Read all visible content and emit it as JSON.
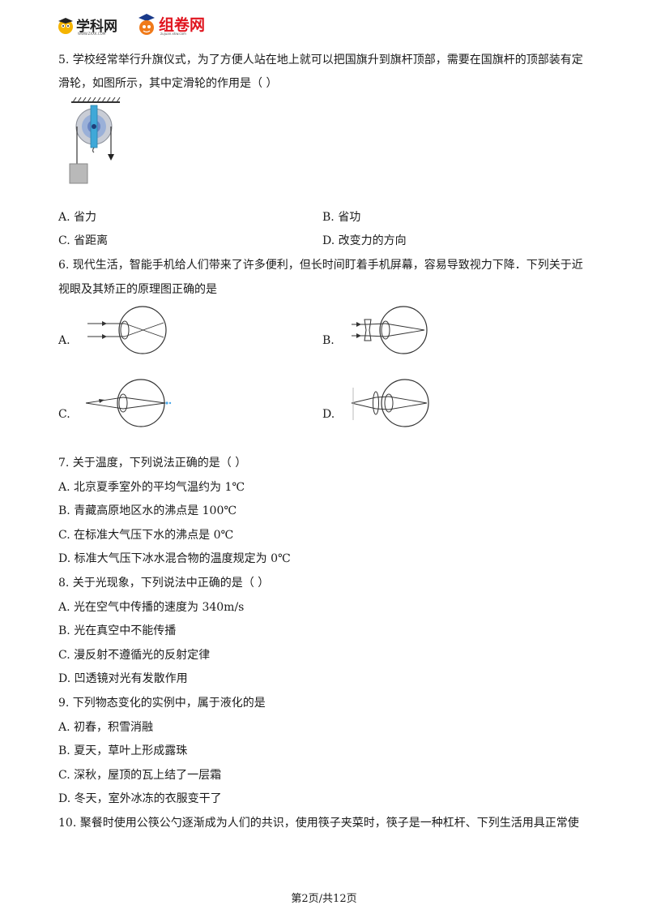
{
  "header": {
    "logo1_text": "学科网",
    "logo1_sub": "WWW.ZXXK.COM",
    "logo2_text": "组卷网",
    "logo2_sub": "zujuan.xkw.com"
  },
  "q5": {
    "line1": "5. 学校经常举行升旗仪式，为了方便人站在地上就可以把国旗升到旗杆顶部，需要在国旗杆的顶部装有定",
    "line2": "滑轮，如图所示，其中定滑轮的作用是（        ）",
    "options": [
      "A.  省力",
      "B.  省功",
      "C.  省距离",
      "D.  改变力的方向"
    ]
  },
  "q6": {
    "line1": "6. 现代生活，智能手机给人们带来了许多便利，但长时间盯着手机屏幕，容易导致视力下降．下列关于近",
    "line2": "视眼及其矫正的原理图正确的是",
    "labels": [
      "A.",
      "B.",
      "C.",
      "D."
    ]
  },
  "q7": {
    "stem": "7. 关于温度，下列说法正确的是（        ）",
    "options": [
      "A.  北京夏季室外的平均气温约为 1℃",
      "B.  青藏高原地区水的沸点是 100℃",
      "C.  在标准大气压下水的沸点是 0℃",
      "D.  标准大气压下冰水混合物的温度规定为 0℃"
    ]
  },
  "q8": {
    "stem": "8. 关于光现象，下列说法中正确的是（        ）",
    "options": [
      "A.  光在空气中传播的速度为 340m/s",
      "B.  光在真空中不能传播",
      "C.  漫反射不遵循光的反射定律",
      "D.  凹透镜对光有发散作用"
    ]
  },
  "q9": {
    "stem": "9. 下列物态变化的实例中，属于液化的是",
    "options": [
      "A.  初春，积雪消融",
      "B.  夏天，草叶上形成露珠",
      "C.  深秋，屋顶的瓦上结了一层霜",
      "D.  冬天，室外冰冻的衣服变干了"
    ]
  },
  "q10": {
    "line1": "10. 聚餐时使用公筷公勺逐渐成为人们的共识，使用筷子夹菜时，筷子是一种杠杆、下列生活用具正常使"
  },
  "footer": {
    "page": "第2页/共12页"
  }
}
